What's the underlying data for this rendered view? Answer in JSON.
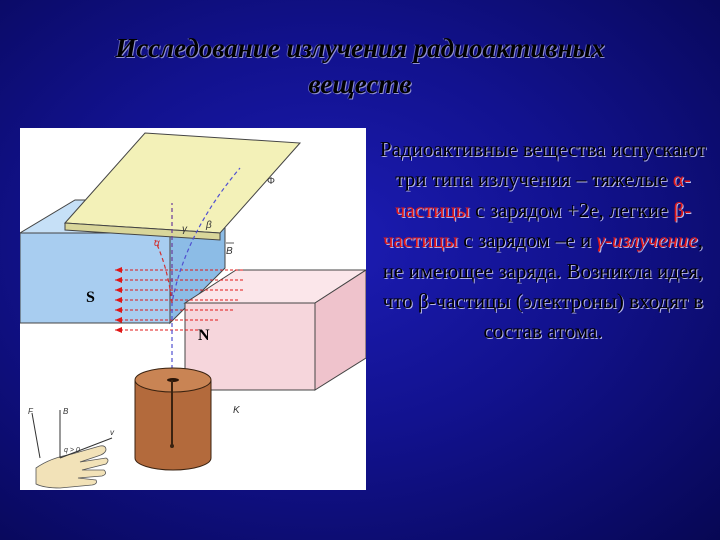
{
  "slide": {
    "title_line1": "Исследование излучения радиоактивных",
    "title_line2": "веществ"
  },
  "figure": {
    "label_phi": "Φ",
    "label_gamma": "γ",
    "label_beta": "β",
    "label_alpha": "α",
    "label_b": "B",
    "label_s": "S",
    "label_n": "N",
    "label_k": "K",
    "hand_label_f": "F",
    "hand_label_b": "B",
    "hand_label_v": "v",
    "hand_label_cond": "q > 0"
  },
  "text": {
    "p1": "Радиоактивные вещества испускают три типа излучения – тяжелые ",
    "alpha_sym": "α-",
    "alpha_word": "частицы",
    "p2": " с зарядом +2е, легкие ",
    "beta_phrase": "β-частицы",
    "p3": " с зарядом –е и ",
    "gamma_sym": "γ",
    "gamma_rest": "-излучение",
    "p4": ", не имеющее заряда. Возникла идея, что β-частицы (электроны) входят в состав атома."
  },
  "colors": {
    "background": "#12128f",
    "accent_red": "#e01818",
    "magnet_s": "#a8cdf0",
    "magnet_n": "#f6d6dc",
    "screen": "#f3f1b8",
    "cylinder": "#b36a3c"
  }
}
